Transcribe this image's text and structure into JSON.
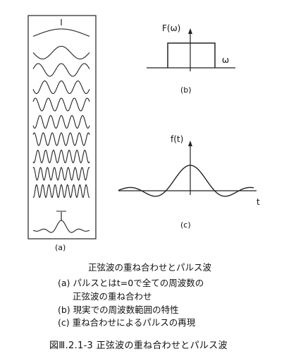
{
  "panel_a": {
    "label": "(a)",
    "wave_count": 10
  },
  "panel_b": {
    "label": "(b)",
    "y_axis_label": "F(ω)",
    "x_axis_label": "ω"
  },
  "panel_c": {
    "label": "(c)",
    "y_axis_label": "f(t)",
    "x_axis_label": "t"
  },
  "caption": {
    "title": "正弦波の重ね合わせとパルス波",
    "item_a_line1": "(a)  パルスとはt=0で全ての周波数の",
    "item_a_line2": "正弦波の重ね合わせ",
    "item_b": "(b)  現実での周波数範囲の特性",
    "item_c": "(c)  重ね合わせによるパルスの再現",
    "figure_label": "図Ⅲ.2.1-3   正弦波の重ね合わせとパルス波"
  }
}
